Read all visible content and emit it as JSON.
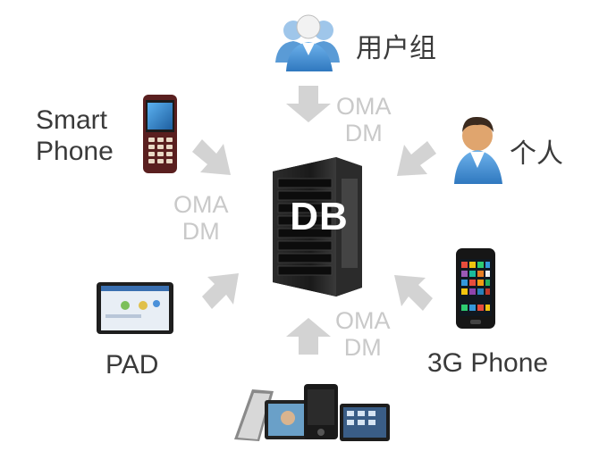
{
  "nodes": {
    "user_group": "用户组",
    "personal": "个人",
    "smart_phone": {
      "line1": "Smart",
      "line2": "Phone"
    },
    "pad": "PAD",
    "three_g_phone": "3G Phone"
  },
  "protocol": {
    "line1": "OMA",
    "line2": "DM"
  },
  "server_label": "DB",
  "icons": {
    "user_group": "user-group-icon",
    "personal": "person-icon",
    "smart_phone": "feature-phone-icon",
    "pad": "tablet-icon",
    "three_g_phone": "smartphone-icon",
    "devices": "devices-icon",
    "server": "server-icon"
  },
  "colors": {
    "arrow": "#d3d3d3",
    "protocol_text": "#c9c9c9",
    "label_text": "#3a3a3a",
    "server": "#1f1f1f",
    "person": "#3f8fd2"
  }
}
